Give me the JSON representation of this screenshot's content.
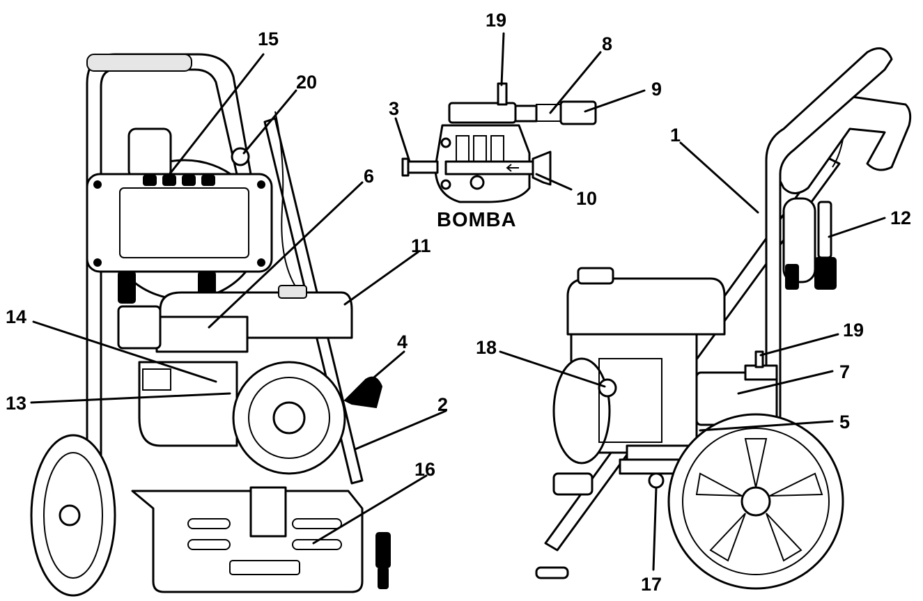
{
  "pump_title": "BOMBA",
  "callouts": {
    "c1": "1",
    "c2": "2",
    "c3": "3",
    "c4": "4",
    "c5": "5",
    "c6": "6",
    "c7": "7",
    "c8": "8",
    "c9": "9",
    "c10": "10",
    "c11": "11",
    "c12": "12",
    "c13": "13",
    "c14": "14",
    "c15": "15",
    "c16": "16",
    "c17": "17",
    "c18": "18",
    "c19a": "19",
    "c19b": "19",
    "c20": "20"
  }
}
